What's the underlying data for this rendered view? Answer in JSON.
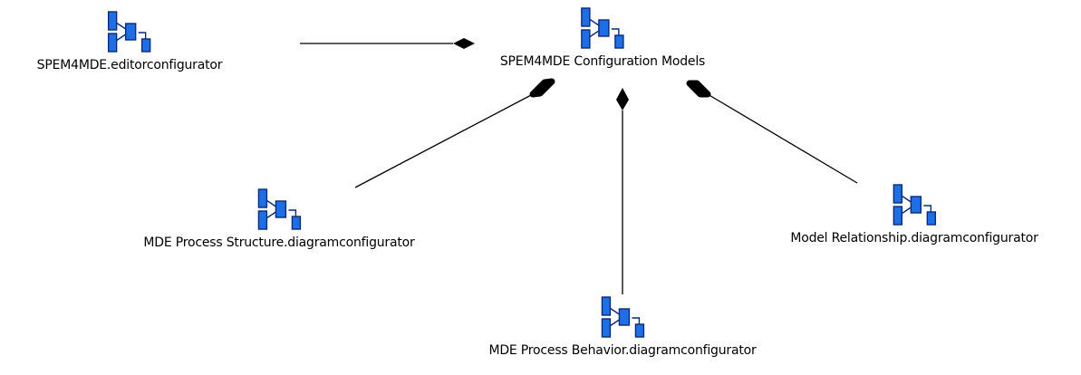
{
  "nodes": [
    {
      "id": "editorconfigurator",
      "label": "SPEM4MDE.editorconfigurator",
      "icon": "model-component-icon"
    },
    {
      "id": "configuration-models",
      "label": "SPEM4MDE Configuration Models",
      "icon": "model-component-icon"
    },
    {
      "id": "process-structure",
      "label": "MDE Process Structure.diagramconfigurator",
      "icon": "model-component-icon"
    },
    {
      "id": "process-behavior",
      "label": "MDE Process Behavior.diagramconfigurator",
      "icon": "model-component-icon"
    },
    {
      "id": "model-relationship",
      "label": "Model Relationship.diagramconfigurator",
      "icon": "model-component-icon"
    }
  ],
  "edges": [
    {
      "from": "editorconfigurator",
      "to": "configuration-models",
      "type": "composition"
    },
    {
      "from": "process-structure",
      "to": "configuration-models",
      "type": "composition"
    },
    {
      "from": "process-behavior",
      "to": "configuration-models",
      "type": "composition"
    },
    {
      "from": "model-relationship",
      "to": "configuration-models",
      "type": "composition"
    }
  ],
  "colors": {
    "icon_fill": "#1e6fe6",
    "icon_stroke": "#0a2a7a",
    "connector": "#000000",
    "diamond": "#000000"
  }
}
